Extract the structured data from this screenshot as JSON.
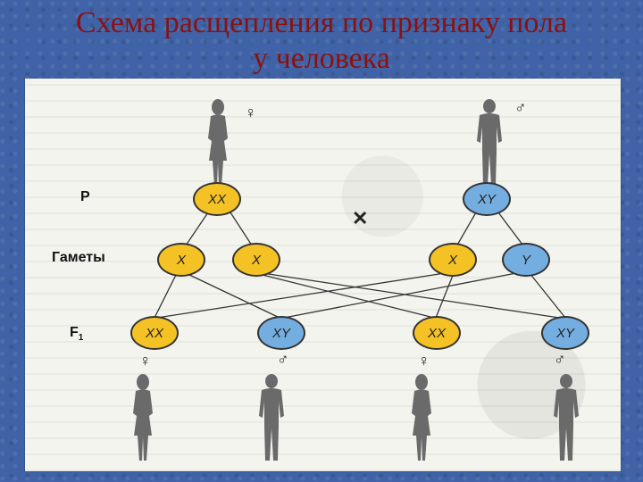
{
  "title": {
    "line1": "Схема расщепления по признаку пола",
    "line2": "у человека"
  },
  "diagram": {
    "labels": {
      "parents": "P",
      "gametes": "Гаметы",
      "f1": "F",
      "f1_sub": "1"
    },
    "parents": [
      {
        "genotype": "XX",
        "sex": "female"
      },
      {
        "genotype": "XY",
        "sex": "male"
      }
    ],
    "cross_symbol": "✕",
    "gametes": [
      "X",
      "X",
      "X",
      "Y"
    ],
    "offspring": [
      {
        "genotype": "XX",
        "sex": "female"
      },
      {
        "genotype": "XY",
        "sex": "male"
      },
      {
        "genotype": "XX",
        "sex": "female"
      },
      {
        "genotype": "XY",
        "sex": "male"
      }
    ],
    "symbols": {
      "female": "♀",
      "male": "♂"
    },
    "colors": {
      "female_circle": "#f5c226",
      "male_circle": "#74aee0",
      "title": "#8b1111",
      "figure": "#6a6a6a"
    }
  }
}
